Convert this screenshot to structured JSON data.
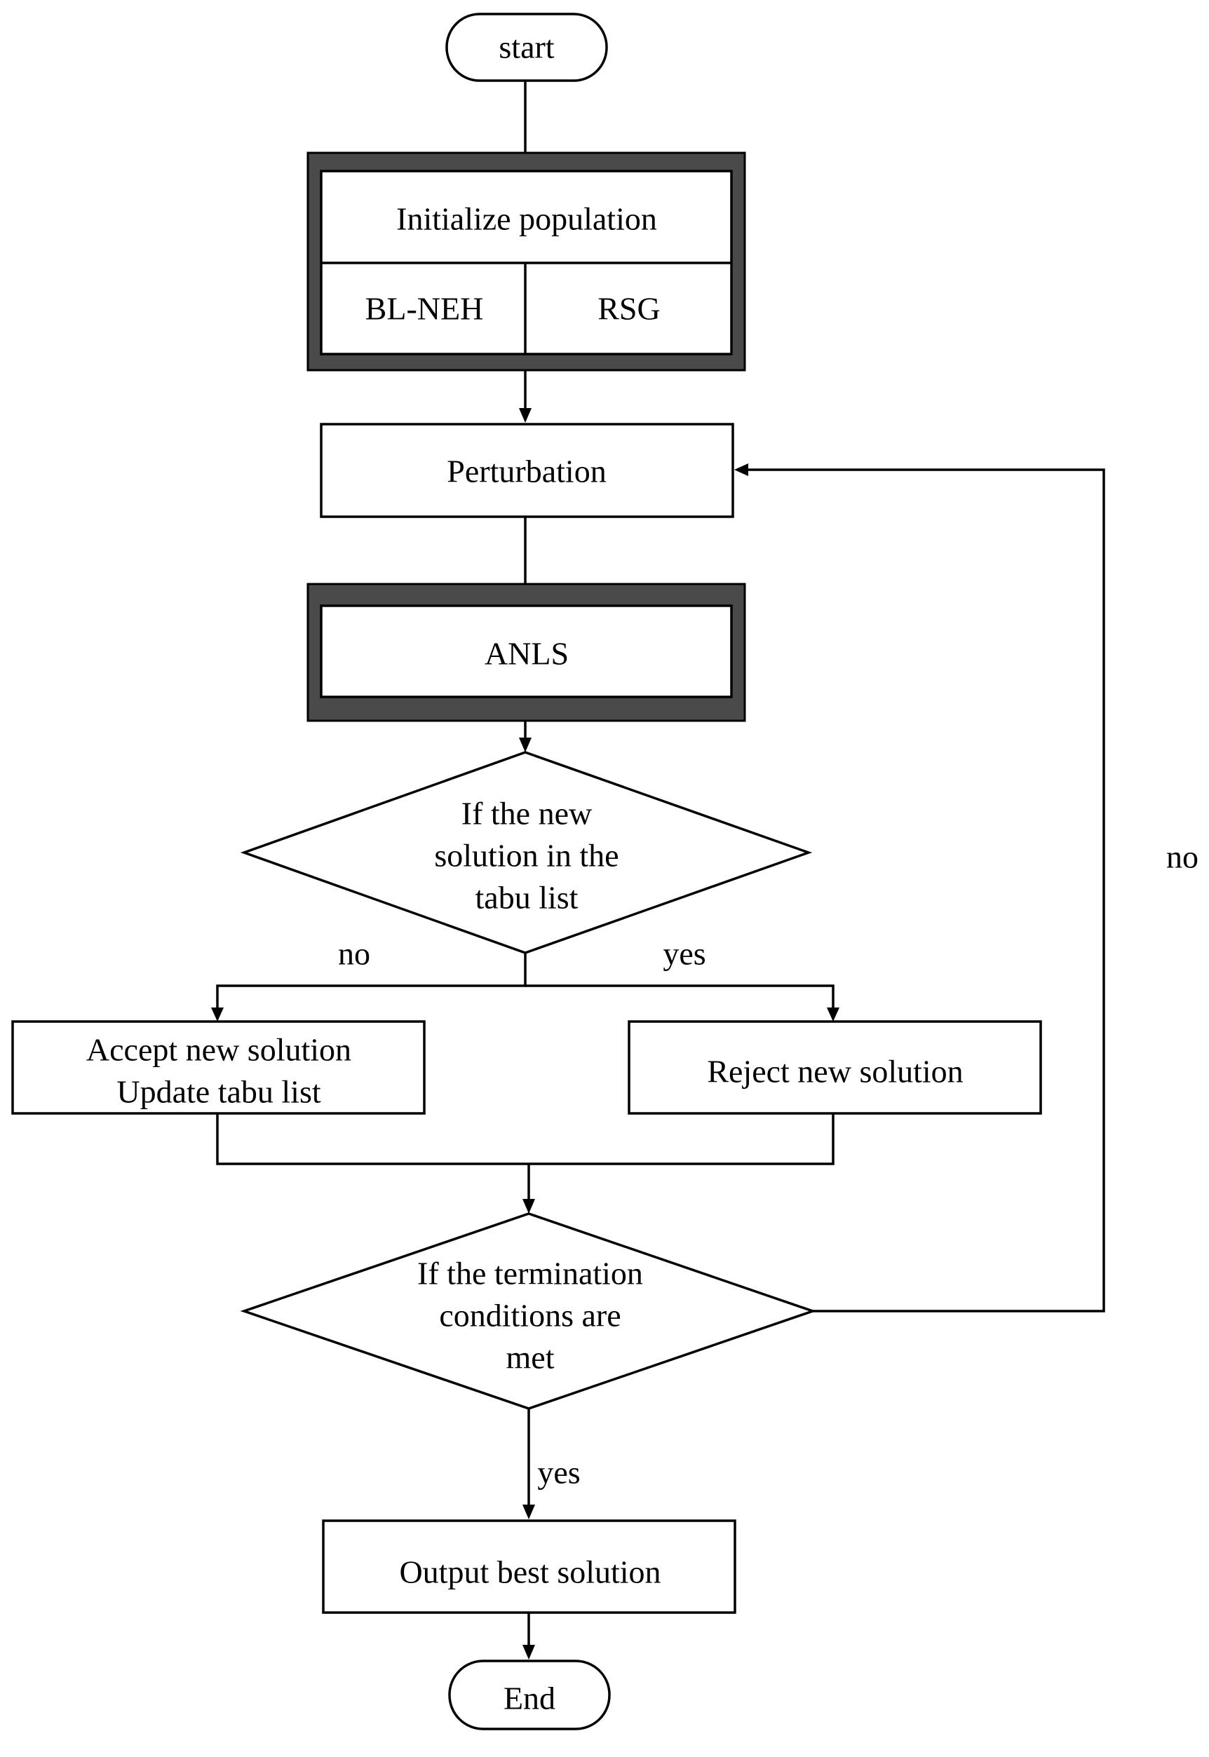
{
  "nodes": {
    "start": {
      "label": "start"
    },
    "init": {
      "title": "Initialize population",
      "left": "BL-NEH",
      "right": "RSG"
    },
    "perturbation": {
      "label": "Perturbation"
    },
    "anls": {
      "label": "ANLS"
    },
    "tabu_check": {
      "lines": [
        "If the new",
        "solution in the",
        "tabu list"
      ]
    },
    "accept": {
      "lines": [
        "Accept new solution",
        "Update tabu list"
      ]
    },
    "reject": {
      "label": "Reject new solution"
    },
    "termination": {
      "lines": [
        "If the termination",
        "conditions are",
        "met"
      ]
    },
    "output": {
      "label": "Output best solution"
    },
    "end": {
      "label": "End"
    }
  },
  "edge_labels": {
    "tabu_no": "no",
    "tabu_yes": "yes",
    "loop_no": "no",
    "term_yes": "yes"
  },
  "colors": {
    "ink": "#000000",
    "frame_fill": "#4a4a4a",
    "background": "#ffffff"
  }
}
